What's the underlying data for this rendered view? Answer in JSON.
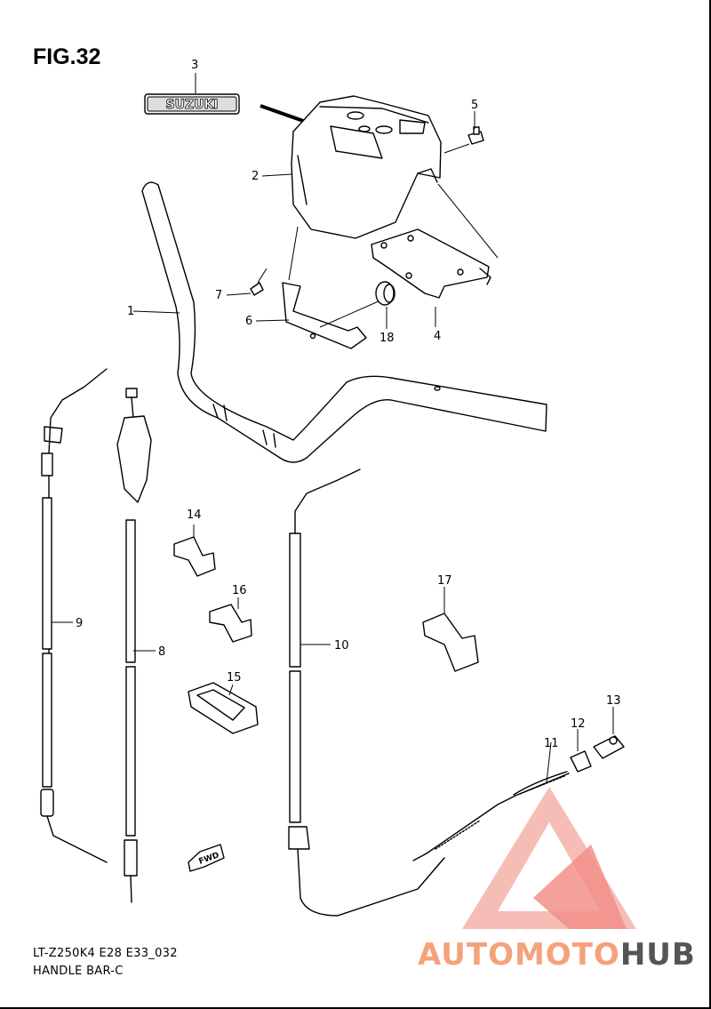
{
  "figure": {
    "title": "FIG.32",
    "model_code": "LT-Z250K4 E28 E33_032",
    "section_name": "HANDLE BAR-C",
    "emblem_text": "SUZUKI",
    "fwd_text": "FWD"
  },
  "callouts": [
    "1",
    "2",
    "3",
    "4",
    "5",
    "6",
    "7",
    "8",
    "9",
    "10",
    "11",
    "12",
    "13",
    "14",
    "15",
    "16",
    "17",
    "18"
  ],
  "watermark": {
    "part1": "AUTOMOTO",
    "part2": "HUB",
    "color_main": "#f5a27a",
    "color_hub": "#555555",
    "triangle_color": "#ee5b55"
  }
}
